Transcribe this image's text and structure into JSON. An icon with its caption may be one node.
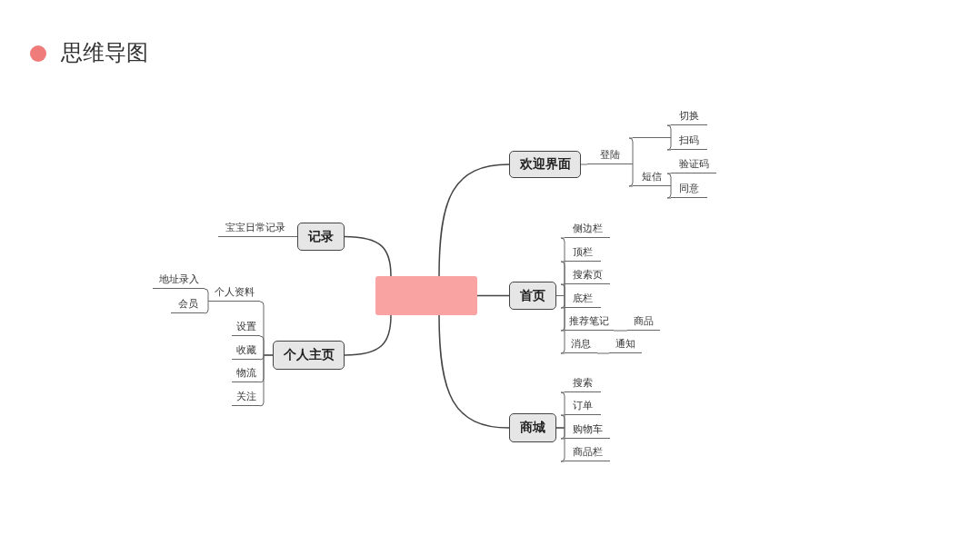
{
  "diagram": {
    "title": "思维导图",
    "nodes": [
      {
        "text": [],
        "shape": "box"
      },
      {
        "text": [
          "欢迎界面"
        ]
      },
      {
        "text": [
          "登陆"
        ]
      },
      {
        "text": [],
        "shape": "line"
      },
      {
        "text": [
          "切换"
        ]
      },
      {
        "text": [
          "扫码"
        ]
      },
      {
        "text": [
          "短信"
        ]
      },
      {
        "text": [
          "验证码"
        ]
      },
      {
        "text": [
          "同意"
        ]
      },
      {
        "text": [
          "首页"
        ]
      },
      {
        "text": [
          "侧边栏"
        ]
      },
      {
        "text": [
          "顶栏"
        ]
      },
      {
        "text": [
          "搜索页"
        ]
      },
      {
        "text": [
          "底栏"
        ]
      },
      {
        "text": [
          "推荐笔记"
        ]
      },
      {
        "text": [
          "商品"
        ]
      },
      {
        "text": [
          "消息"
        ]
      },
      {
        "text": [
          "通知"
        ]
      },
      {
        "text": [
          "商城"
        ]
      },
      {
        "text": [
          "搜索"
        ]
      },
      {
        "text": [
          "订单"
        ]
      },
      {
        "text": [
          "购物车"
        ]
      },
      {
        "text": [
          "商品栏"
        ]
      },
      {
        "text": [
          "记录"
        ]
      },
      {
        "text": [
          "宝宝日常记录"
        ]
      },
      {
        "text": [
          "个人主页"
        ]
      },
      {
        "text": [
          "个人资料"
        ]
      },
      {
        "text": [
          "地址录入"
        ]
      },
      {
        "text": [
          "会员"
        ]
      },
      {
        "text": [
          "设置"
        ]
      },
      {
        "text": [
          "收藏"
        ]
      },
      {
        "text": [
          "物流"
        ]
      },
      {
        "text": [
          "关注"
        ]
      }
    ],
    "edges": [
      {
        "from": 0,
        "to": 1,
        "arrow": "none"
      },
      {
        "from": 0,
        "to": 9,
        "arrow": "none"
      },
      {
        "from": 0,
        "to": 18,
        "arrow": "none"
      },
      {
        "from": 0,
        "to": 23,
        "arrow": "none"
      },
      {
        "from": 0,
        "to": 25,
        "arrow": "none"
      },
      {
        "from": 1,
        "to": 2,
        "arrow": "none"
      },
      {
        "from": 2,
        "to": 3,
        "arrow": "none"
      },
      {
        "from": 2,
        "to": 6,
        "arrow": "none"
      },
      {
        "from": 3,
        "to": 4,
        "arrow": "none"
      },
      {
        "from": 3,
        "to": 5,
        "arrow": "none"
      },
      {
        "from": 6,
        "to": 7,
        "arrow": "none"
      },
      {
        "from": 6,
        "to": 8,
        "arrow": "none"
      },
      {
        "from": 9,
        "to": 10,
        "arrow": "none"
      },
      {
        "from": 9,
        "to": 11,
        "arrow": "none"
      },
      {
        "from": 9,
        "to": 12,
        "arrow": "none"
      },
      {
        "from": 9,
        "to": 13,
        "arrow": "none"
      },
      {
        "from": 9,
        "to": 14,
        "arrow": "none"
      },
      {
        "from": 9,
        "to": 16,
        "arrow": "none"
      },
      {
        "from": 14,
        "to": 15,
        "arrow": "none"
      },
      {
        "from": 16,
        "to": 17,
        "arrow": "none"
      },
      {
        "from": 18,
        "to": 19,
        "arrow": "none"
      },
      {
        "from": 18,
        "to": 20,
        "arrow": "none"
      },
      {
        "from": 18,
        "to": 21,
        "arrow": "none"
      },
      {
        "from": 18,
        "to": 22,
        "arrow": "none"
      },
      {
        "from": 23,
        "to": 24,
        "arrow": "none"
      },
      {
        "from": 25,
        "to": 26,
        "arrow": "none"
      },
      {
        "from": 25,
        "to": 29,
        "arrow": "none"
      },
      {
        "from": 25,
        "to": 30,
        "arrow": "none"
      },
      {
        "from": 25,
        "to": 31,
        "arrow": "none"
      },
      {
        "from": 25,
        "to": 32,
        "arrow": "none"
      },
      {
        "from": 26,
        "to": 27,
        "arrow": "none"
      },
      {
        "from": 26,
        "to": 28,
        "arrow": "none"
      }
    ]
  }
}
